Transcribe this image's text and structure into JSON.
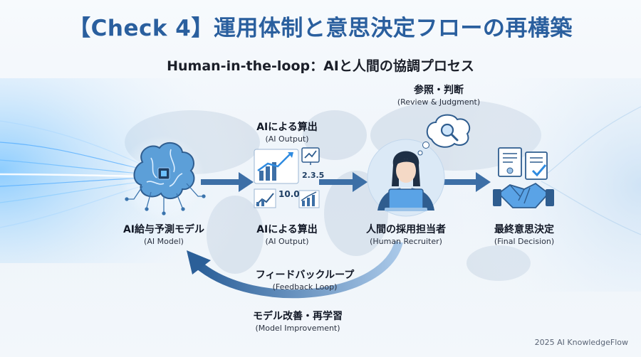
{
  "title": "【Check 4】運用体制と意思決定フローの再構築",
  "subtitle": "Human-in-the-loop：AIと人間の協調プロセス",
  "nodes": {
    "ai_model": {
      "label": "AI給与予測モデル",
      "sublabel": "(AI Model)"
    },
    "ai_output": {
      "label": "AIによる算出",
      "sublabel": "(AI Output)",
      "top_label": "AIによる算出",
      "top_sublabel": "(AI Output)"
    },
    "recruiter": {
      "label": "人間の採用担当者",
      "sublabel": "(Human Recruiter)"
    },
    "decision": {
      "label": "最終意思決定",
      "sublabel": "(Final Decision)"
    }
  },
  "review": {
    "label": "参照・判断",
    "sublabel": "(Review & Judgment)"
  },
  "feedback": {
    "label": "フィードバックループ",
    "sublabel": "(Feedback Loop)",
    "improve_label": "モデル改善・再学習",
    "improve_sublabel": "(Model Improvement)"
  },
  "output_card": {
    "value_a": "2.3.5",
    "value_b": "10.0"
  },
  "footer": "2025 AI KnowledgeFlow",
  "colors": {
    "title": "#2a5f9e",
    "arrow": "#3d6fa6",
    "icon": "#2f5d8f",
    "glow": "#5fb3ff"
  }
}
